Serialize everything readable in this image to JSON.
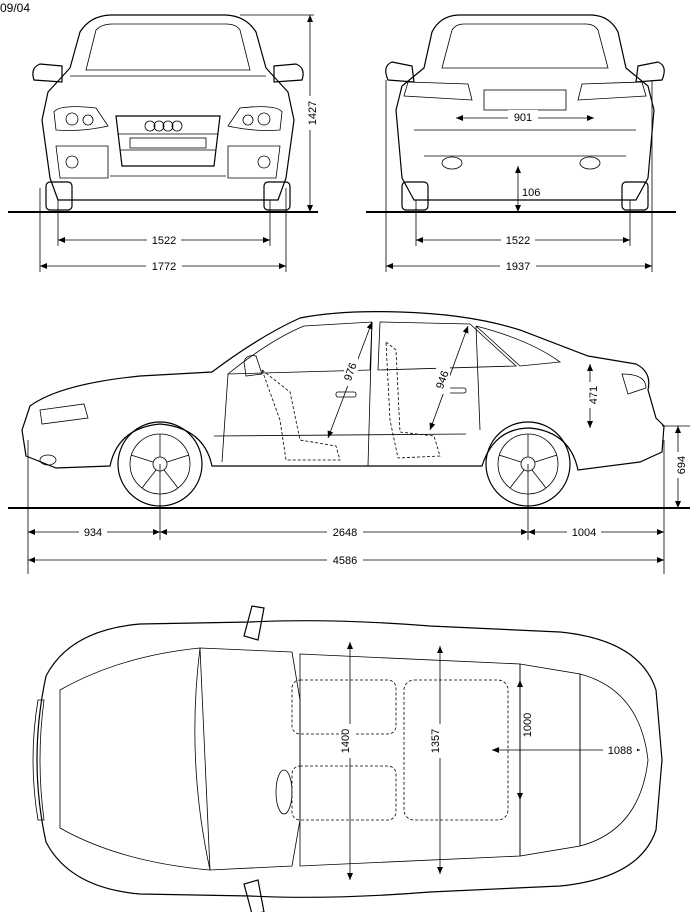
{
  "doc_code": "09/04",
  "front_view": {
    "track": "1522",
    "width": "1772",
    "height": "1427"
  },
  "rear_view": {
    "track": "1522",
    "width_mirrors": "1937",
    "trunk_width": "901",
    "ground_clearance": "106"
  },
  "side_view": {
    "front_overhang": "934",
    "wheelbase": "2648",
    "rear_overhang": "1004",
    "length": "4586",
    "front_headroom": "976",
    "rear_headroom": "946",
    "trunk_height": "471",
    "loading_height": "694"
  },
  "top_view": {
    "front_interior_width": "1400",
    "rear_interior_width": "1357",
    "trunk_width": "1000",
    "trunk_length": "1088"
  }
}
